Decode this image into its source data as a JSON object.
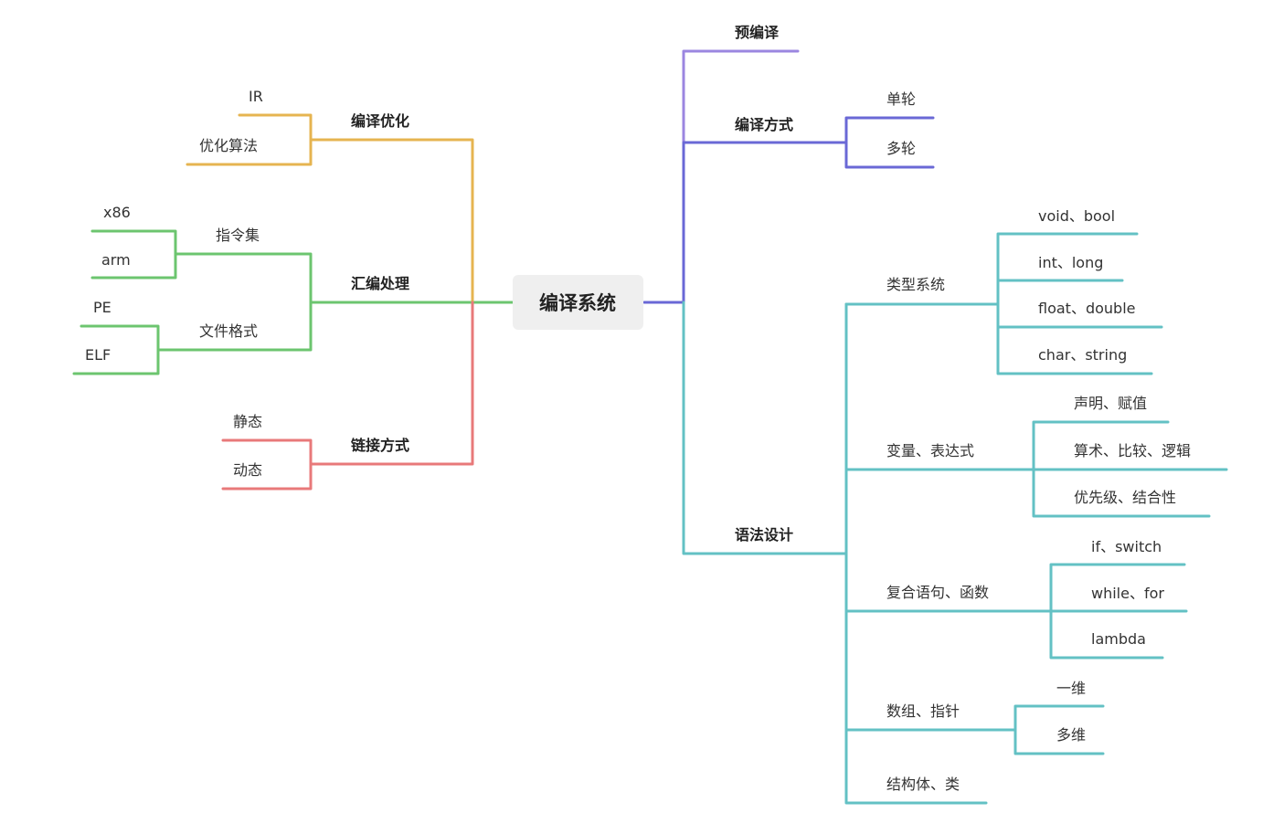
{
  "root": "编译系统",
  "colors": {
    "purple": "#9b86e0",
    "blue": "#6a68d6",
    "teal": "#63c1c4",
    "orange": "#e6b450",
    "green": "#6cc56f",
    "red": "#e8797a"
  },
  "right": {
    "precompile": "预编译",
    "mode": {
      "label": "编译方式",
      "children": [
        "单轮",
        "多轮"
      ]
    },
    "grammar": {
      "label": "语法设计",
      "type_system": {
        "label": "类型系统",
        "children": [
          "void、bool",
          "int、long",
          "float、double",
          "char、string"
        ]
      },
      "variables": {
        "label": "变量、表达式",
        "children": [
          "声明、赋值",
          "算术、比较、逻辑",
          "优先级、结合性"
        ]
      },
      "compound": {
        "label": "复合语句、函数",
        "children": [
          "if、switch",
          "while、for",
          "lambda"
        ]
      },
      "arrays": {
        "label": "数组、指针",
        "children": [
          "一维",
          "多维"
        ]
      },
      "structs": "结构体、类"
    }
  },
  "left": {
    "optimize": {
      "label": "编译优化",
      "children": [
        "IR",
        "优化算法"
      ]
    },
    "assembly": {
      "label": "汇编处理",
      "isa": {
        "label": "指令集",
        "children": [
          "x86",
          "arm"
        ]
      },
      "format": {
        "label": "文件格式",
        "children": [
          "PE",
          "ELF"
        ]
      }
    },
    "linking": {
      "label": "链接方式",
      "children": [
        "静态",
        "动态"
      ]
    }
  }
}
